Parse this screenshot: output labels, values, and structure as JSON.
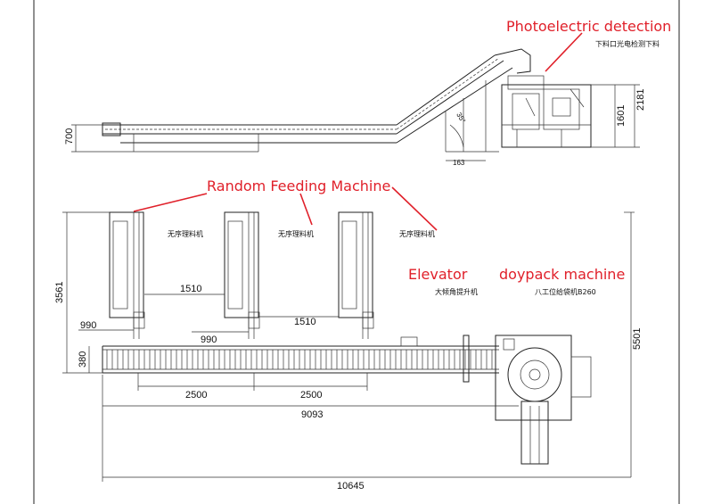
{
  "annotations": {
    "photoelectric": "Photoelectric detection",
    "random_feeding": "Random Feeding Machine",
    "elevator": "Elevator",
    "doypack": "doypack machine"
  },
  "chinese_labels": {
    "outlet_detect": "下料口光电检测下料",
    "feeder": "无序理料机",
    "lift": "大倾角提升机",
    "doypack": "八工位给袋机B260"
  },
  "dimensions": {
    "top_height_left": "700",
    "top_height_mid": "1601",
    "top_height_right": "2181",
    "top_base": "163",
    "incline": "35°",
    "plan_height": "3561",
    "feeder_gap_1": "1510",
    "feeder_gap_2": "1510",
    "offset_1": "990",
    "offset_2": "990",
    "conveyor_width": "380",
    "spacing_1": "2500",
    "spacing_2": "2500",
    "overall_1": "9093",
    "overall_2": "10645",
    "right_height": "5501"
  }
}
